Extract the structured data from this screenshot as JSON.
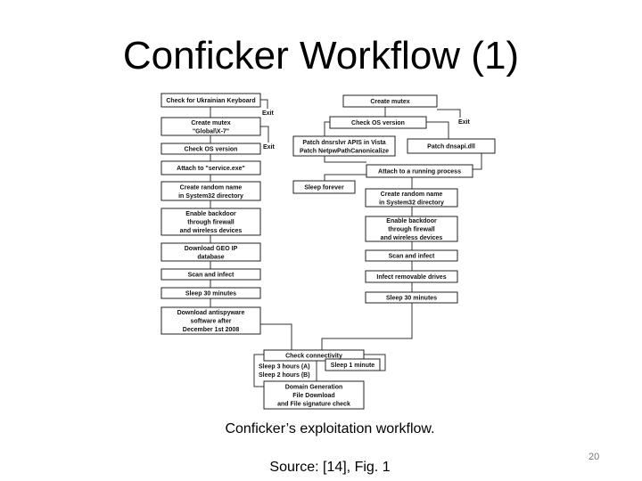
{
  "slide": {
    "title": "Conficker Workflow (1)",
    "caption": "Conficker’s exploitation workflow.",
    "source": "Source: [14], Fig. 1",
    "page_number": "20"
  },
  "diagram": {
    "exit_label": "Exit",
    "left": [
      [
        "Check for Ukrainian Keyboard"
      ],
      [
        "Create mutex",
        "\"Global\\X-7\""
      ],
      [
        "Check OS version"
      ],
      [
        "Attach to \"service.exe\""
      ],
      [
        "Create random name",
        "in System32 directory"
      ],
      [
        "Enable backdoor",
        "through firewall",
        "and wireless devices"
      ],
      [
        "Download GEO IP",
        "database"
      ],
      [
        "Scan and infect"
      ],
      [
        "Sleep 30 minutes"
      ],
      [
        "Download antispyware",
        "software after",
        "December 1st 2008"
      ]
    ],
    "right": {
      "create_mutex": [
        "Create mutex"
      ],
      "check_os": [
        "Check OS version"
      ],
      "patch_vista": [
        "Patch dnsrslvr APIS in Vista",
        "Patch NetpwPathCanonicalize"
      ],
      "patch_dnsapi": [
        "Patch dnsapi.dll"
      ],
      "attach": [
        "Attach to a running process"
      ],
      "sleep_forever": [
        "Sleep forever"
      ],
      "random_name": [
        "Create random name",
        "in System32 directory"
      ],
      "backdoor": [
        "Enable backdoor",
        "through firewall",
        "and wireless devices"
      ],
      "scan": [
        "Scan and infect"
      ],
      "removable": [
        "Infect removable drives"
      ],
      "sleep30": [
        "Sleep 30 minutes"
      ]
    },
    "bottom": {
      "check_connectivity": [
        "Check connectivity"
      ],
      "sleep_hours": [
        "Sleep 3 hours (A)",
        "Sleep 2 hours (B)"
      ],
      "sleep_minute": [
        "Sleep 1 minute"
      ],
      "domain_generation": [
        "Domain Generation",
        "File Download",
        "and File signature check"
      ]
    }
  }
}
